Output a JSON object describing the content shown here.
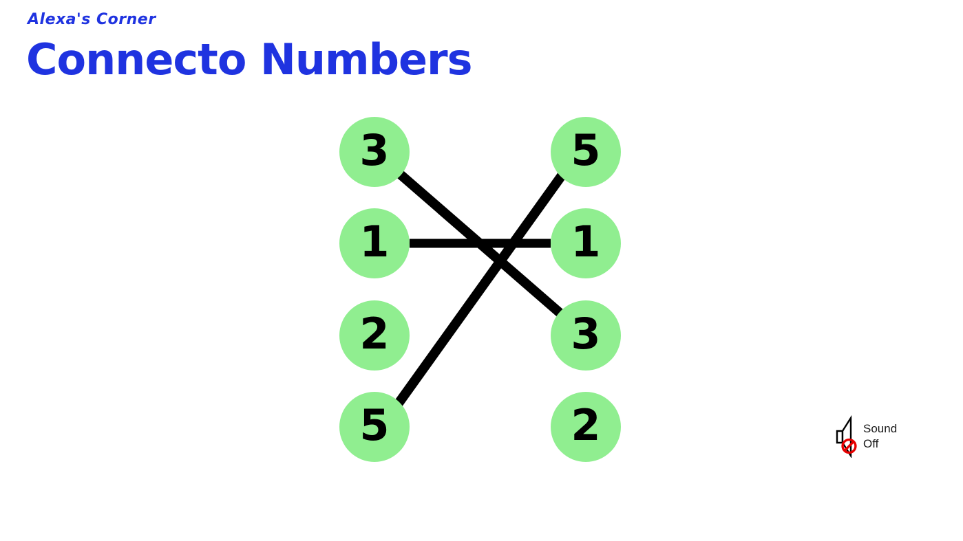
{
  "header": {
    "site_label": "Alexa's Corner",
    "page_title": "Connecto Numbers",
    "title_color": "#1f33e0"
  },
  "board": {
    "node_fill": "#90ee90",
    "node_text_color": "#000000",
    "line_color": "#000000",
    "left_column": [
      {
        "id": "left-0",
        "value": "3"
      },
      {
        "id": "left-1",
        "value": "1"
      },
      {
        "id": "left-2",
        "value": "2"
      },
      {
        "id": "left-3",
        "value": "5"
      }
    ],
    "right_column": [
      {
        "id": "right-0",
        "value": "5"
      },
      {
        "id": "right-1",
        "value": "1"
      },
      {
        "id": "right-2",
        "value": "3"
      },
      {
        "id": "right-3",
        "value": "2"
      }
    ],
    "connections": [
      {
        "from": "left-0",
        "to": "right-2",
        "value": "3"
      },
      {
        "from": "left-1",
        "to": "right-1",
        "value": "1"
      },
      {
        "from": "left-3",
        "to": "right-0",
        "value": "5"
      }
    ]
  },
  "sound": {
    "label_line1": "Sound",
    "label_line2": "Off",
    "state": "off",
    "prohibition_color": "#e60000",
    "speaker_color": "#000000"
  }
}
